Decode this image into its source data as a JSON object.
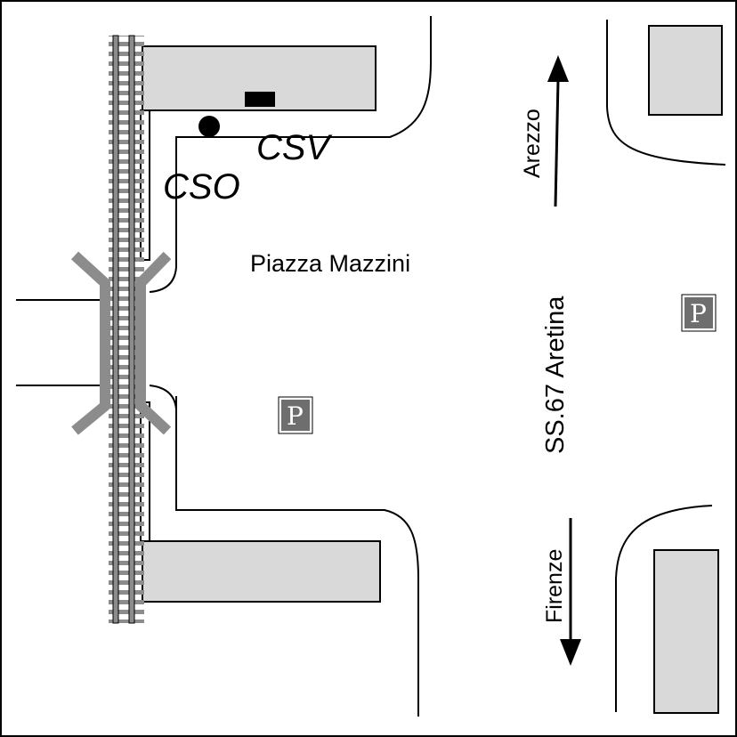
{
  "map": {
    "square_label": "Piazza Mazzini",
    "road_label": "SS.67 Aretina",
    "north_direction": "Arezzo",
    "south_direction": "Firenze",
    "station_labels": {
      "cso": "CSO",
      "csv": "CSV"
    },
    "parking_symbol": "P"
  },
  "colors": {
    "building_fill": "#d9d9d9",
    "rail_fill": "#8c8c8c",
    "bridge_fill": "#8c8c8c",
    "parking_fill": "#6e6e6e",
    "line": "#000000"
  },
  "icons": [
    "railway-track",
    "overpass-bridge",
    "parking-sign-icon",
    "station-dot-icon",
    "station-rect-icon",
    "arrow-up-icon",
    "arrow-down-icon"
  ]
}
